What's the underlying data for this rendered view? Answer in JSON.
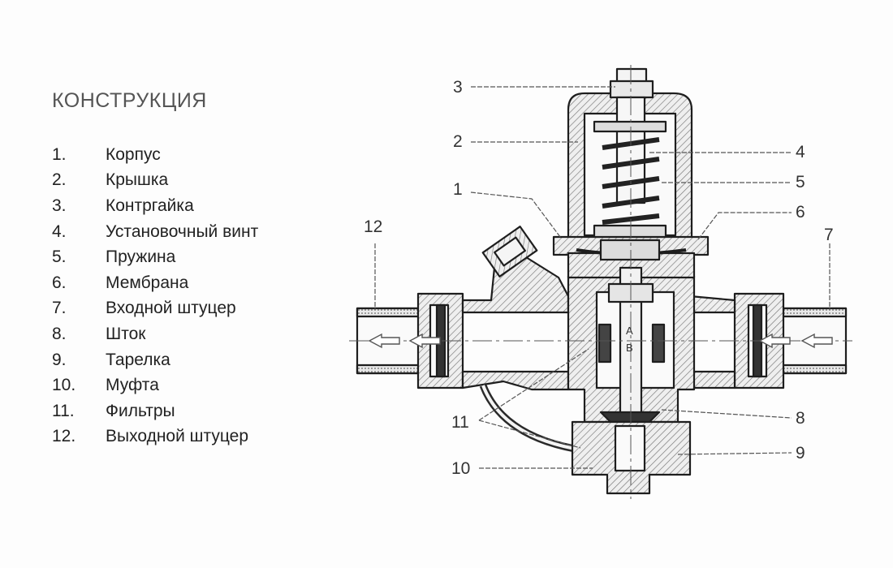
{
  "title": "КОНСТРУКЦИЯ",
  "legend": [
    {
      "num": "1.",
      "label": "Корпус"
    },
    {
      "num": "2.",
      "label": "Крышка"
    },
    {
      "num": "3.",
      "label": "Контргайка"
    },
    {
      "num": "4.",
      "label": "Установочный винт"
    },
    {
      "num": "5.",
      "label": "Пружина"
    },
    {
      "num": "6.",
      "label": "Мембрана"
    },
    {
      "num": "7.",
      "label": "Входной штуцер"
    },
    {
      "num": "8.",
      "label": "Шток"
    },
    {
      "num": "9.",
      "label": "Тарелка"
    },
    {
      "num": "10.",
      "label": "Муфта"
    },
    {
      "num": "11.",
      "label": "Фильтры"
    },
    {
      "num": "12.",
      "label": "Выходной штуцер"
    }
  ],
  "callouts": {
    "c1": "1",
    "c2": "2",
    "c3": "3",
    "c4": "4",
    "c5": "5",
    "c6": "6",
    "c7": "7",
    "c8": "8",
    "c9": "9",
    "c10": "10",
    "c11": "11",
    "c12": "12"
  },
  "section_marks": {
    "a": "А",
    "b": "В"
  }
}
